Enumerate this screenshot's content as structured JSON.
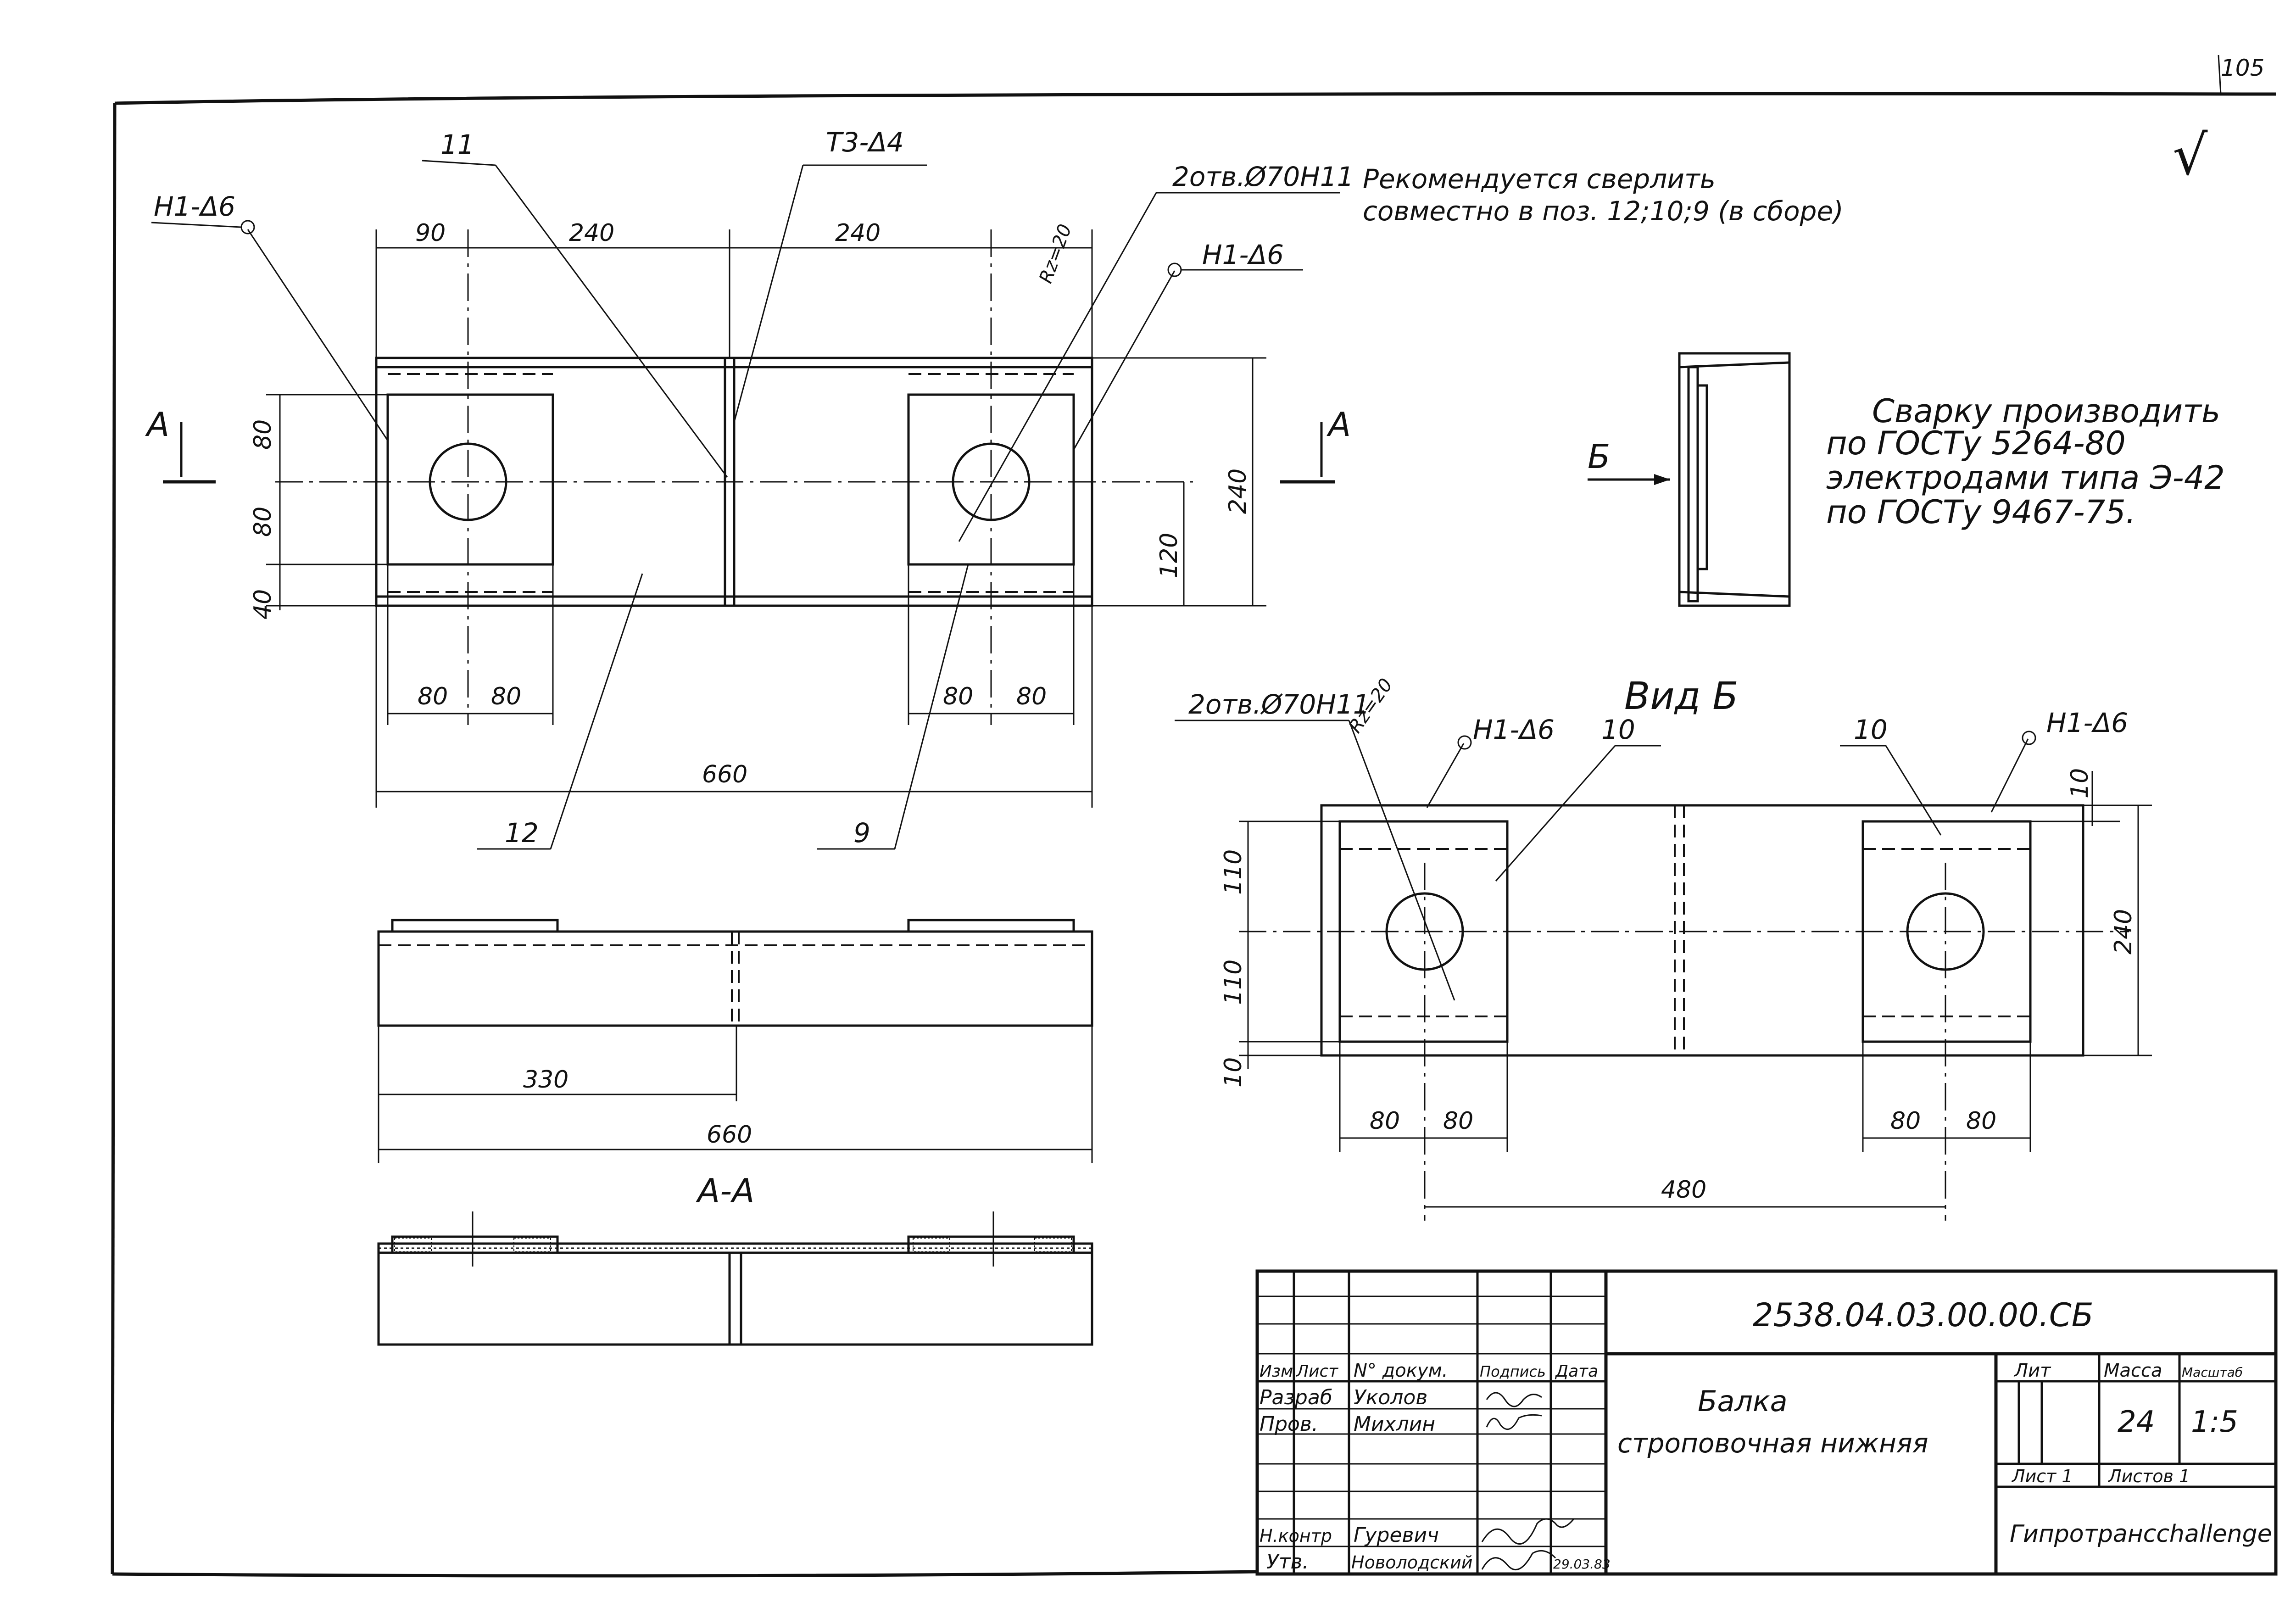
{
  "sheet": {
    "page_number": "105",
    "check_mark": "√"
  },
  "plan": {
    "section_left": "А",
    "section_right": "А",
    "weld_h1_left": "Н1-Δ6",
    "pos_11": "11",
    "weld_t3": "Т3-Δ4",
    "hole_note_label": "2отв.Ø70Н11",
    "hole_note_line1": "Рекомендуется сверлить",
    "hole_note_line2": "совместно в поз. 12;10;9 (в сборе)",
    "roughness": "Rz=20",
    "weld_h1_right": "Н1-Δ6",
    "dim_90": "90",
    "dim_240a": "240",
    "dim_240b": "240",
    "dim_80_top": "80",
    "dim_80_mid": "80",
    "dim_40": "40",
    "dim_120": "120",
    "dim_240_right": "240",
    "dim_80_b1": "80",
    "dim_80_b2": "80",
    "dim_80_b3": "80",
    "dim_80_b4": "80",
    "dim_660": "660",
    "pos_12": "12",
    "pos_9": "9"
  },
  "front": {
    "dim_330": "330",
    "dim_660": "660"
  },
  "section_aa": {
    "title": "А-А"
  },
  "view_b_small": {
    "arrow_label": "Б"
  },
  "welding_note": {
    "line1": "Сварку производить",
    "line2": "по ГОСТу 5264-80",
    "line3": "электродами типа Э-42",
    "line4": "по ГОСТу 9467-75."
  },
  "view_b": {
    "title": "Вид Б",
    "hole_note": "2отв.Ø70Н11",
    "roughness": "Rz=20",
    "weld_left": "Н1-Δ6",
    "weld_right": "Н1-Δ6",
    "pos_10_left": "10",
    "pos_10_right": "10",
    "dim_10_top": "10",
    "dim_110a": "110",
    "dim_110b": "110",
    "dim_10_bottom": "10",
    "dim_240": "240",
    "dim_80_1": "80",
    "dim_80_2": "80",
    "dim_80_3": "80",
    "dim_80_4": "80",
    "dim_480": "480"
  },
  "title_block": {
    "doc_number": "2538.04.03.00.00.СБ",
    "name_line1": "Балка",
    "name_line2": "строповочная нижняя",
    "hdr_izm": "Изм",
    "hdr_list": "Лист",
    "hdr_ndoc": "N° докум.",
    "hdr_podp": "Подпись",
    "hdr_data": "Дата",
    "role_razrab": "Разраб",
    "name_razrab": "Уколов",
    "role_prov": "Пров.",
    "name_prov": "Михлин",
    "role_nkontr": "Н.контр",
    "name_nkontr": "Гуревич",
    "role_utv": "Утв.",
    "name_utv": "Новолодский",
    "date_utv": "29.03.83",
    "lit": "Лит",
    "massa": "Масса",
    "masshtab": "Масштаб",
    "mass_value": "24",
    "scale_value": "1:5",
    "sheet": "Лист 1",
    "sheets": "Листов 1",
    "org": "Гипротрансchallenge"
  }
}
